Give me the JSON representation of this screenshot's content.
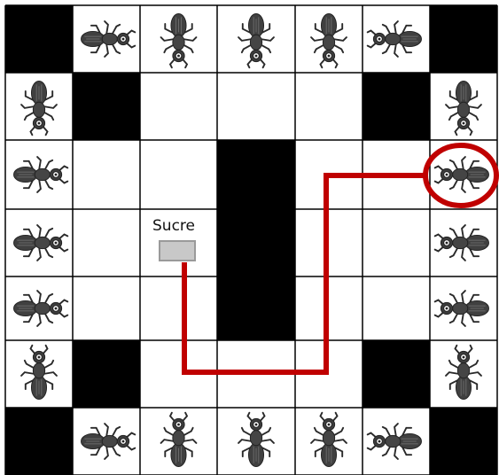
{
  "board": {
    "rows": 7,
    "cols": 7,
    "colors": {
      "black": "#000000",
      "white": "#ffffff",
      "grid": "#000000",
      "path": "#c00000",
      "highlight": "#c00000",
      "sugar": "#c8c8c8",
      "ant": "#3a3a3a"
    },
    "black_cells": [
      [
        0,
        0
      ],
      [
        0,
        6
      ],
      [
        1,
        1
      ],
      [
        1,
        5
      ],
      [
        2,
        3
      ],
      [
        3,
        3
      ],
      [
        4,
        3
      ],
      [
        5,
        1
      ],
      [
        5,
        5
      ],
      [
        6,
        0
      ],
      [
        6,
        6
      ]
    ],
    "ants": [
      {
        "r": 0,
        "c": 1,
        "dir": "right"
      },
      {
        "r": 0,
        "c": 2,
        "dir": "down"
      },
      {
        "r": 0,
        "c": 3,
        "dir": "down"
      },
      {
        "r": 0,
        "c": 4,
        "dir": "down"
      },
      {
        "r": 0,
        "c": 5,
        "dir": "left"
      },
      {
        "r": 1,
        "c": 0,
        "dir": "down"
      },
      {
        "r": 1,
        "c": 6,
        "dir": "down"
      },
      {
        "r": 2,
        "c": 0,
        "dir": "right"
      },
      {
        "r": 2,
        "c": 6,
        "dir": "left"
      },
      {
        "r": 3,
        "c": 0,
        "dir": "right"
      },
      {
        "r": 3,
        "c": 6,
        "dir": "left"
      },
      {
        "r": 4,
        "c": 0,
        "dir": "right"
      },
      {
        "r": 4,
        "c": 6,
        "dir": "left"
      },
      {
        "r": 5,
        "c": 0,
        "dir": "up"
      },
      {
        "r": 5,
        "c": 6,
        "dir": "up"
      },
      {
        "r": 6,
        "c": 1,
        "dir": "right"
      },
      {
        "r": 6,
        "c": 2,
        "dir": "up"
      },
      {
        "r": 6,
        "c": 3,
        "dir": "up"
      },
      {
        "r": 6,
        "c": 4,
        "dir": "up"
      },
      {
        "r": 6,
        "c": 5,
        "dir": "left"
      }
    ],
    "highlighted_ant": {
      "r": 2,
      "c": 6
    },
    "sugar": {
      "label": "Sucre",
      "r": 3,
      "c": 2
    }
  }
}
